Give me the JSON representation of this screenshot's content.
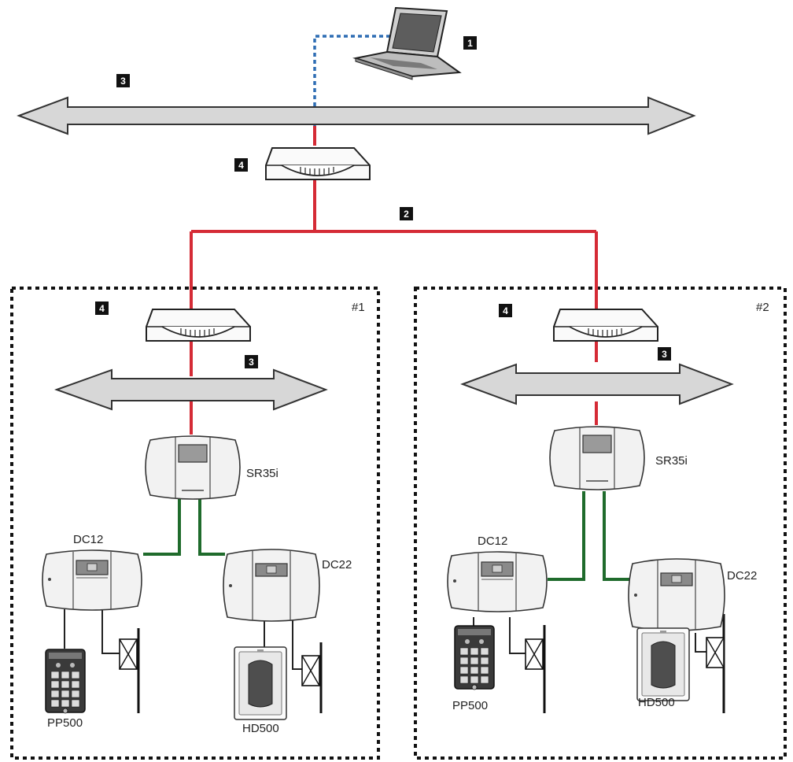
{
  "badges": {
    "laptop": "1",
    "wan": "2",
    "lan_top": "3",
    "router_top": "4",
    "site1_router": "4",
    "site1_lan": "3",
    "site2_router": "4",
    "site2_lan": "3"
  },
  "sites": [
    {
      "label": "#1",
      "controller": "SR35i",
      "door_controller_a": "DC12",
      "door_controller_b": "DC22",
      "keypad": "PP500",
      "reader": "HD500"
    },
    {
      "label": "#2",
      "controller": "SR35i",
      "door_controller_a": "DC12",
      "door_controller_b": "DC22",
      "keypad": "PP500",
      "reader": "HD500"
    }
  ],
  "colors": {
    "wan_link": "#d52b36",
    "field_bus": "#1f6b2c",
    "remote_link": "#2e6db4",
    "lan_arrow": "#d7d7d7"
  }
}
